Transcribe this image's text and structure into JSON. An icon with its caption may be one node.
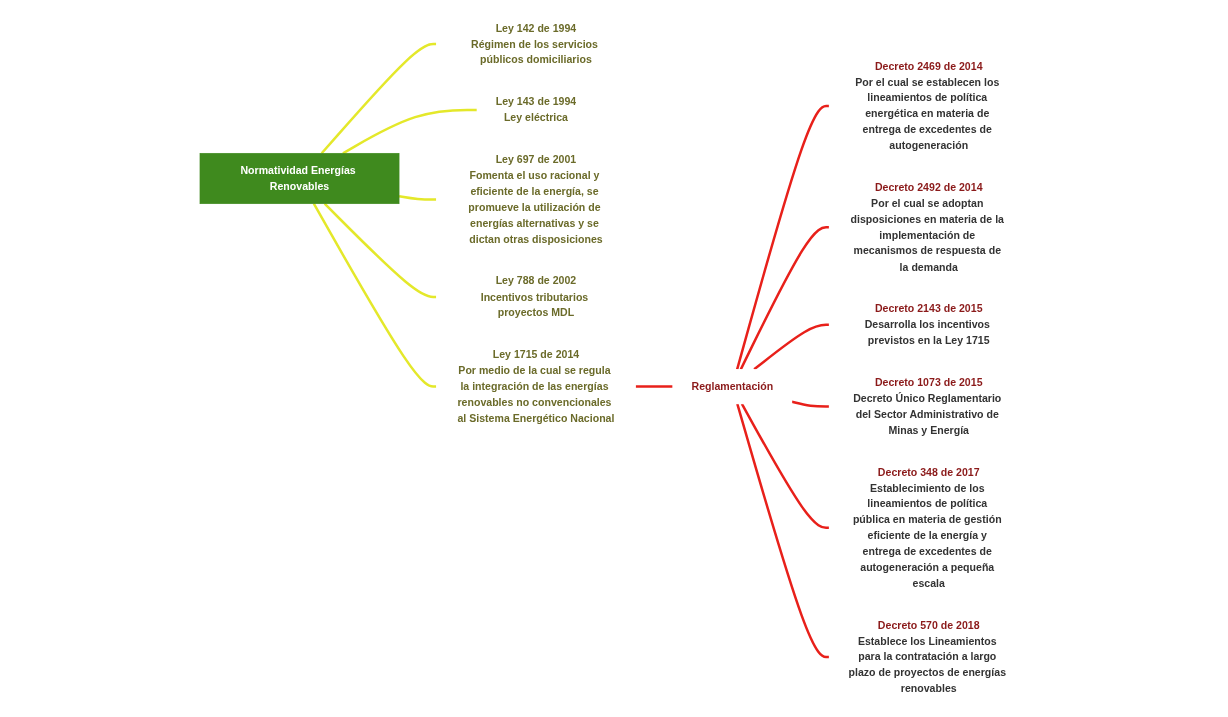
{
  "diagram": {
    "nodes": [
      {
        "text": [
          "Normatividad Energías Renovables"
        ]
      },
      {
        "text": [
          "Ley 142 de 1994",
          "Régimen de los servicios públicos domiciliarios"
        ]
      },
      {
        "text": [
          "Ley 143 de 1994",
          "Ley eléctrica"
        ]
      },
      {
        "text": [
          "Ley 697 de 2001",
          "Fomenta el uso racional y eficiente de la energía, se promueve la utilización de energías alternativas y se dictan otras disposiciones"
        ]
      },
      {
        "text": [
          "Ley 788 de 2002",
          "Incentivos tributarios proyectos MDL"
        ]
      },
      {
        "text": [
          "Ley 1715 de 2014",
          "Por medio de la cual se regula la integración de las energías renovables no convencionales al Sistema Energético Nacional"
        ]
      },
      {
        "text": [
          "Reglamentación"
        ]
      },
      {
        "text": [
          "Decreto 2469 de 2014",
          "Por el cual se establecen los lineamientos de política energética en materia de entrega de excedentes de autogeneración"
        ]
      },
      {
        "text": [
          "Decreto 2492 de 2014",
          "Por el cual se adoptan disposiciones en materia de la implementación de mecanismos de respuesta de la demanda"
        ]
      },
      {
        "text": [
          "Decreto 2143 de 2015",
          "Desarrolla los incentivos previstos en la Ley 1715"
        ]
      },
      {
        "text": [
          "Decreto 1073 de 2015",
          "Decreto Único Reglamentario del Sector Administrativo de Minas y Energía"
        ]
      },
      {
        "text": [
          "Decreto 348 de 2017",
          "Establecimiento de los lineamientos de política pública en materia de gestión eficiente de la energía y entrega de excedentes de autogeneración a pequeña escala"
        ]
      },
      {
        "text": [
          "Decreto 570 de 2018",
          "Establece los Lineamientos para la contratación a largo plazo de proyectos de energías renovables"
        ]
      }
    ],
    "edges": [
      {
        "from": 0,
        "to": 1,
        "arrow": "none",
        "color": "#e4e82a"
      },
      {
        "from": 0,
        "to": 2,
        "arrow": "none",
        "color": "#e4e82a"
      },
      {
        "from": 0,
        "to": 3,
        "arrow": "none",
        "color": "#e4e82a"
      },
      {
        "from": 0,
        "to": 4,
        "arrow": "none",
        "color": "#e4e82a"
      },
      {
        "from": 0,
        "to": 5,
        "arrow": "none",
        "color": "#e4e82a"
      },
      {
        "from": 5,
        "to": 6,
        "arrow": "none"
      },
      {
        "from": 6,
        "to": 7,
        "arrow": "none"
      },
      {
        "from": 6,
        "to": 8,
        "arrow": "none"
      },
      {
        "from": 6,
        "to": 9,
        "arrow": "none"
      },
      {
        "from": 6,
        "to": 10,
        "arrow": "none"
      },
      {
        "from": 6,
        "to": 11,
        "arrow": "none"
      },
      {
        "from": 6,
        "to": 12,
        "arrow": "none"
      }
    ]
  }
}
